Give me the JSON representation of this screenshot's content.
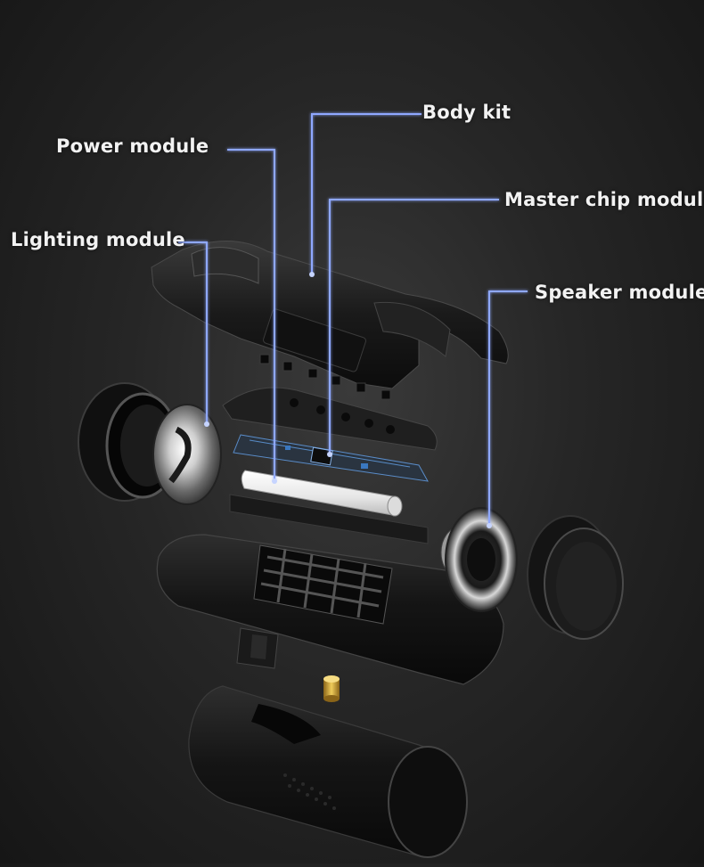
{
  "callouts": {
    "body_kit": "Body kit",
    "power_module": "Power module",
    "master_chip_module": "Master chip module",
    "lighting_module": "Lighting module",
    "speaker_module": "Speaker module"
  },
  "colors": {
    "background": "#262626",
    "leader_line": "#8fa8ff",
    "label_text": "#f2f2f2",
    "part_dark": "#141414",
    "metal": "#c8c8c8",
    "battery": "#f0f0f0",
    "gold_pin": "#d4a838"
  }
}
